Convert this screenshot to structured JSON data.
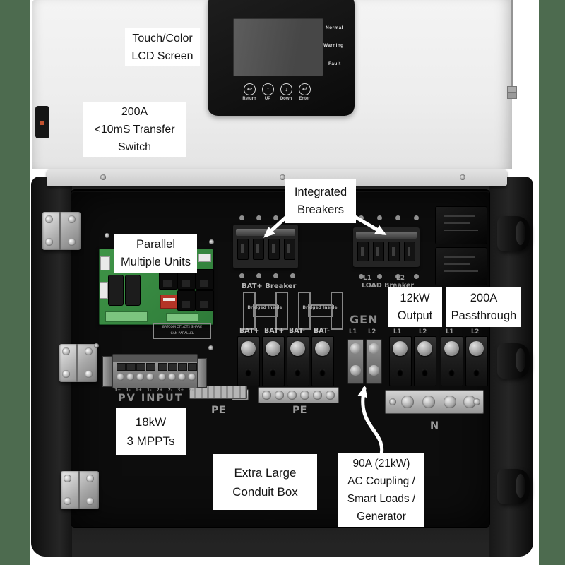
{
  "colors": {
    "band_green": "#4d6b4f",
    "callout_bg": "#ffffff",
    "pcb_green": "#3f9447",
    "enclosure_black": "#141414"
  },
  "callouts": {
    "lcd": {
      "lines": [
        "Touch/Color",
        "LCD Screen"
      ]
    },
    "transfer": {
      "lines": [
        "200A",
        "<10mS Transfer",
        "Switch"
      ]
    },
    "breakers": {
      "lines": [
        "Integrated",
        "Breakers"
      ]
    },
    "parallel": {
      "lines": [
        "Parallel",
        "Multiple Units"
      ]
    },
    "output": {
      "lines": [
        "12kW",
        "Output"
      ]
    },
    "passthrough": {
      "lines": [
        "200A",
        "Passthrough"
      ]
    },
    "mppt": {
      "lines": [
        "18kW",
        "3 MPPTs"
      ]
    },
    "conduit": {
      "lines": [
        "Extra Large",
        "Conduit Box"
      ]
    },
    "gen": {
      "lines": [
        "90A (21kW)",
        "AC Coupling /",
        "Smart Loads /",
        "Generator"
      ]
    }
  },
  "device": {
    "display": {
      "indicators": [
        "Normal",
        "Warning",
        "Fault"
      ],
      "buttons": [
        {
          "icon": "↩",
          "label": "Return"
        },
        {
          "icon": "↑",
          "label": "UP"
        },
        {
          "icon": "↓",
          "label": "Down"
        },
        {
          "icon": "↵",
          "label": "Enter"
        }
      ]
    },
    "prints": {
      "bat_breaker": "BAT+ Breaker",
      "bridged": "Bridged Inside",
      "load_l1": "L1",
      "load_l2": "L2",
      "load_breaker": "LOAD Breaker",
      "gen": "GEN",
      "gen_terms": [
        "L1",
        "L2"
      ],
      "load_terms": [
        "L1",
        "L2",
        "L1",
        "L2"
      ],
      "bat_terms": [
        "BAT+",
        "BAT+",
        "BAT-",
        "BAT-"
      ],
      "pv_terms": [
        "1+",
        "1-",
        "1+",
        "1-",
        "2+",
        "2-",
        "3+",
        "3-"
      ],
      "pv_input": "PV INPUT",
      "pe_left": "PE",
      "pe_right": "PE",
      "neutral": "N",
      "comm_plate_row1": "BATCOM  CT1/CT2  SHARE",
      "comm_plate_row2": "CAN   PARALLEL"
    }
  }
}
